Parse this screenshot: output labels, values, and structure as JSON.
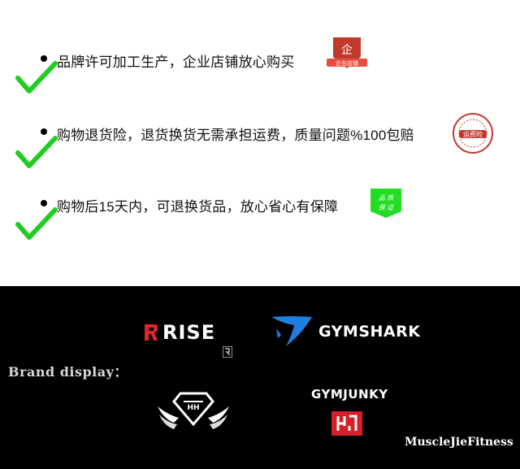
{
  "guarantees": [
    {
      "text": "品牌许可加工生产，企业店铺放心购买",
      "badge": "企业店铺"
    },
    {
      "text": "购物退货险，退货换货无需承担运费，质量问题%100包赔",
      "badge": "运费险"
    },
    {
      "text": "购物后15天内，可退换货品，放心省心有保障",
      "badge": "品质保证"
    }
  ],
  "brands": {
    "label": "Brand display：",
    "rise": "RISE",
    "gymshark": "GYMSHARK",
    "gymjunky": "GYMJUNKY"
  },
  "watermark": "MuscleJieFitness",
  "colors": {
    "check": "#22cc22",
    "badge_red": "#c0392b",
    "badge_green": "#22dd22",
    "gymshark_blue": "#1f7fe0",
    "gymjunky_red": "#d3202a"
  },
  "icons": [
    "check-icon",
    "enterprise-store-badge-icon",
    "freight-insurance-badge-icon",
    "quality-guarantee-badge-icon",
    "rise-logo-icon",
    "gymshark-shark-icon",
    "gymjunky-logo-icon",
    "winged-diamond-logo-icon"
  ]
}
